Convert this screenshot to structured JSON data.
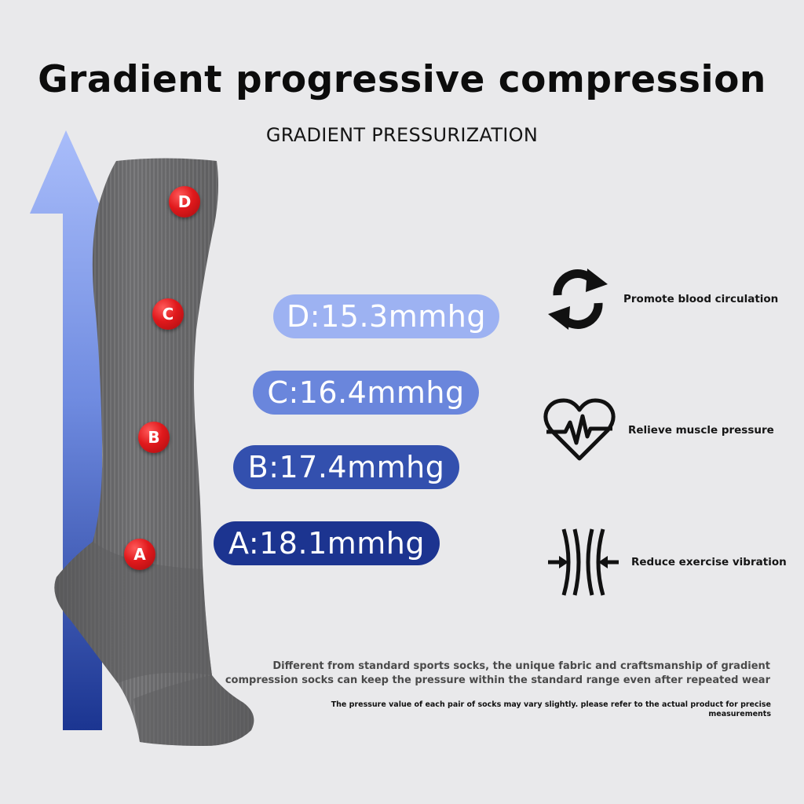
{
  "header": {
    "title": "Gradient progressive compression",
    "subtitle": "GRADIENT PRESSURIZATION"
  },
  "points": [
    {
      "letter": "D"
    },
    {
      "letter": "C"
    },
    {
      "letter": "B"
    },
    {
      "letter": "A"
    }
  ],
  "pressures": [
    {
      "label": "D:15.3mmhg",
      "color": "#9db2f2"
    },
    {
      "label": "C:16.4mmhg",
      "color": "#6a86dc"
    },
    {
      "label": "B:17.4mmhg",
      "color": "#3350ae"
    },
    {
      "label": "A:18.1mmhg",
      "color": "#1c3490"
    }
  ],
  "features": [
    {
      "icon": "circulation-arrows-icon",
      "label": "Promote blood circulation"
    },
    {
      "icon": "heart-pulse-icon",
      "label": "Relieve muscle pressure"
    },
    {
      "icon": "compression-arrows-icon",
      "label": "Reduce exercise vibration"
    }
  ],
  "description": "Different from standard sports socks, the unique fabric and craftsmanship of gradient compression socks can keep the pressure within the standard range even after repeated wear",
  "note": "The pressure value of each pair of socks may vary slightly. please refer to the actual product for precise measurements",
  "colors": {
    "background": "#e9e9eb",
    "arrow_top": "#a9bdfa",
    "arrow_bottom": "#1b3591",
    "sock": "#6b6b6d",
    "marker": "#e0191c"
  }
}
